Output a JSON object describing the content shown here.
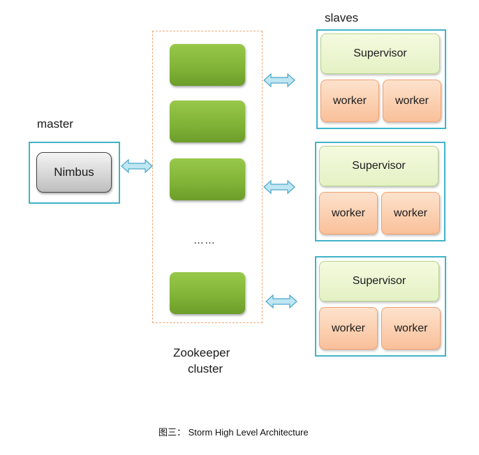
{
  "master": {
    "label": "master",
    "nimbus_label": "Nimbus"
  },
  "slaves": {
    "label": "slaves",
    "nodes": [
      {
        "supervisor_label": "Supervisor",
        "workers": [
          "worker",
          "worker"
        ]
      },
      {
        "supervisor_label": "Supervisor",
        "workers": [
          "worker",
          "worker"
        ]
      },
      {
        "supervisor_label": "Supervisor",
        "workers": [
          "worker",
          "worker"
        ]
      }
    ]
  },
  "zookeeper": {
    "line1": "Zookeeper",
    "line2": "cluster",
    "ellipsis": "……"
  },
  "caption": "图三：   Storm High Level Architecture",
  "colors": {
    "frame": "#3fb3c8",
    "zk_node": "#7fb236",
    "supervisor_fill": "#e4f1c4",
    "worker_fill": "#f9c09a",
    "arrow_fill": "#bfe6f3",
    "arrow_stroke": "#4aa6c8"
  }
}
